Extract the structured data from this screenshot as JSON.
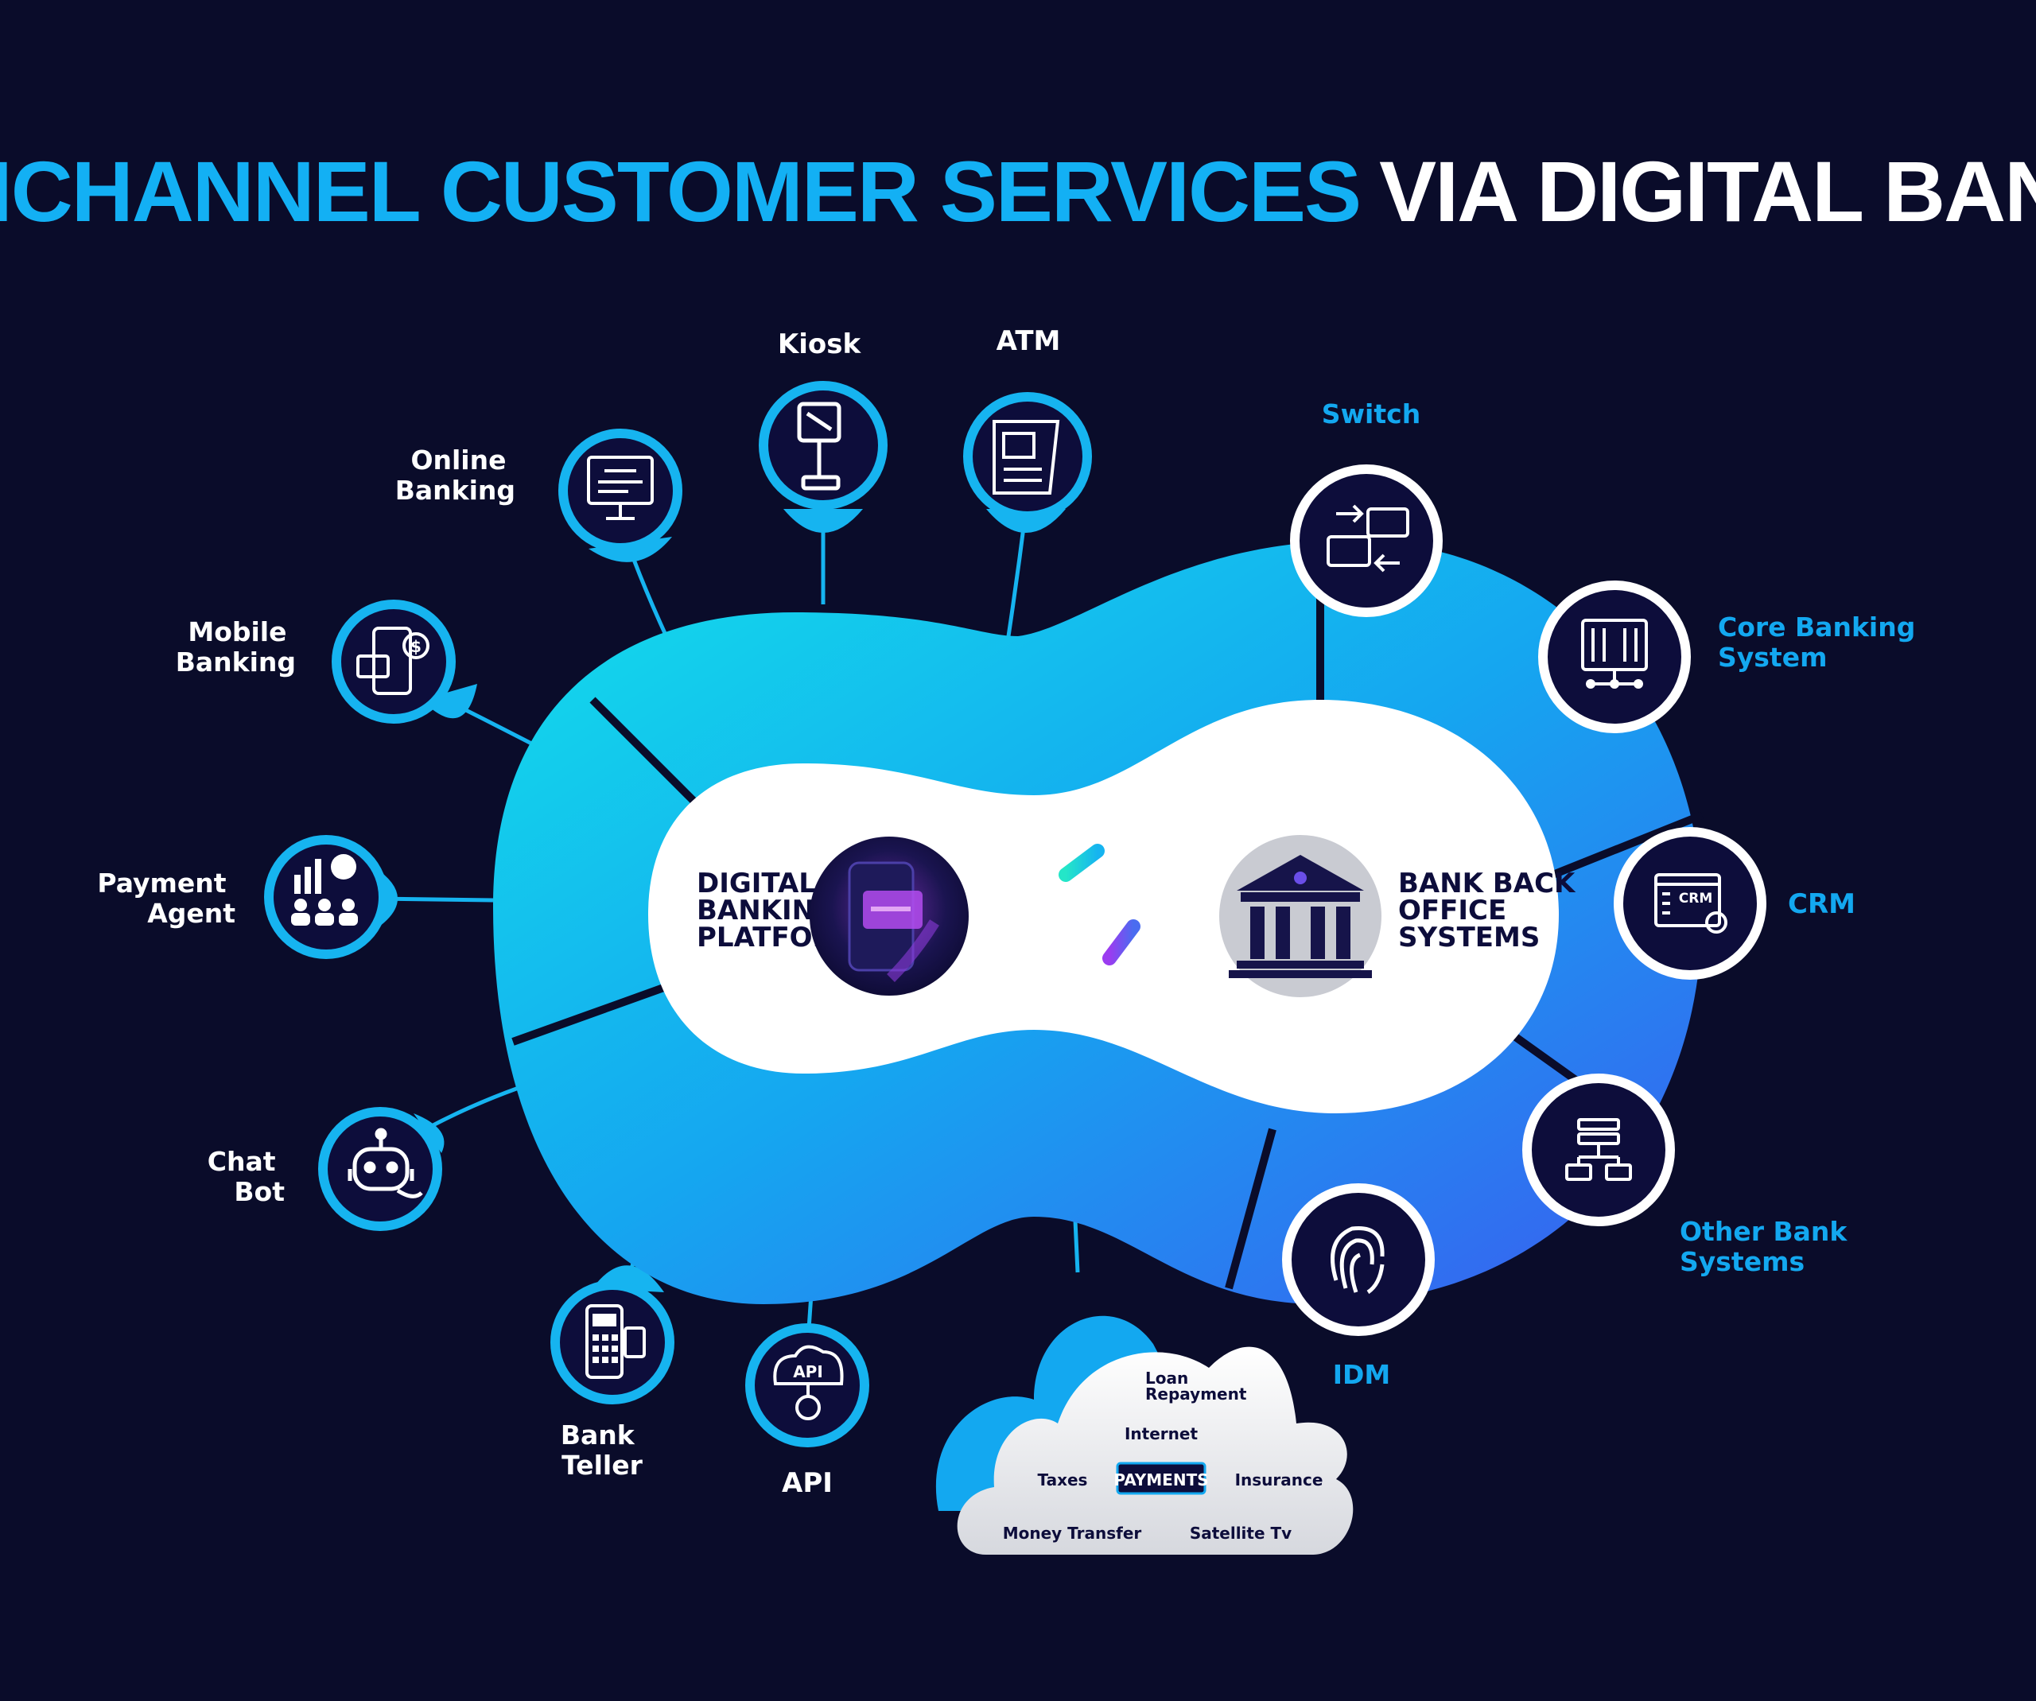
{
  "title": {
    "part1": "MULTICHANNEL CUSTOMER SERVICES",
    "part2": "VIA DIGITAL BANKING"
  },
  "colors": {
    "background": "#0a0c2a",
    "accent_blue": "#13a8f0",
    "cyan": "#16d8ec",
    "navy": "#0d0d3b",
    "white": "#ffffff"
  },
  "center": {
    "left_label": [
      "DIGITAL",
      "BANKING",
      "PLATFORM"
    ],
    "right_label": [
      "BANK BACK",
      "OFFICE",
      "SYSTEMS"
    ]
  },
  "channels": [
    {
      "id": "kiosk",
      "label": [
        "Kiosk"
      ],
      "icon": "kiosk-icon"
    },
    {
      "id": "atm",
      "label": [
        "ATM"
      ],
      "icon": "atm-icon"
    },
    {
      "id": "online-banking",
      "label": [
        "Online",
        "Banking"
      ],
      "icon": "desktop-icon"
    },
    {
      "id": "mobile-banking",
      "label": [
        "Mobile",
        "Banking"
      ],
      "icon": "mobile-dollar-icon"
    },
    {
      "id": "payment-agent",
      "label": [
        "Payment",
        "Agent"
      ],
      "icon": "agents-chart-icon"
    },
    {
      "id": "chat-bot",
      "label": [
        "Chat",
        "Bot"
      ],
      "icon": "robot-icon"
    },
    {
      "id": "bank-teller",
      "label": [
        "Bank",
        "Teller"
      ],
      "icon": "pos-terminal-icon"
    },
    {
      "id": "api",
      "label": [
        "API"
      ],
      "icon": "api-cloud-icon"
    }
  ],
  "backoffice": [
    {
      "id": "switch",
      "label": [
        "Switch"
      ],
      "icon": "card-switch-icon"
    },
    {
      "id": "core-banking",
      "label": [
        "Core Banking",
        "System"
      ],
      "icon": "server-network-icon"
    },
    {
      "id": "crm",
      "label": [
        "CRM"
      ],
      "icon": "crm-window-icon"
    },
    {
      "id": "other-bank",
      "label": [
        "Other Bank",
        "Systems"
      ],
      "icon": "hierarchy-icon"
    },
    {
      "id": "idm",
      "label": [
        "IDM"
      ],
      "icon": "fingerprint-icon"
    }
  ],
  "cloud": {
    "center": "PAYMENTS",
    "items": [
      [
        "Loan",
        "Repayment"
      ],
      [
        "Internet"
      ],
      [
        "Taxes"
      ],
      [
        "Insurance"
      ],
      [
        "Money Transfer"
      ],
      [
        "Satellite Tv"
      ]
    ]
  }
}
